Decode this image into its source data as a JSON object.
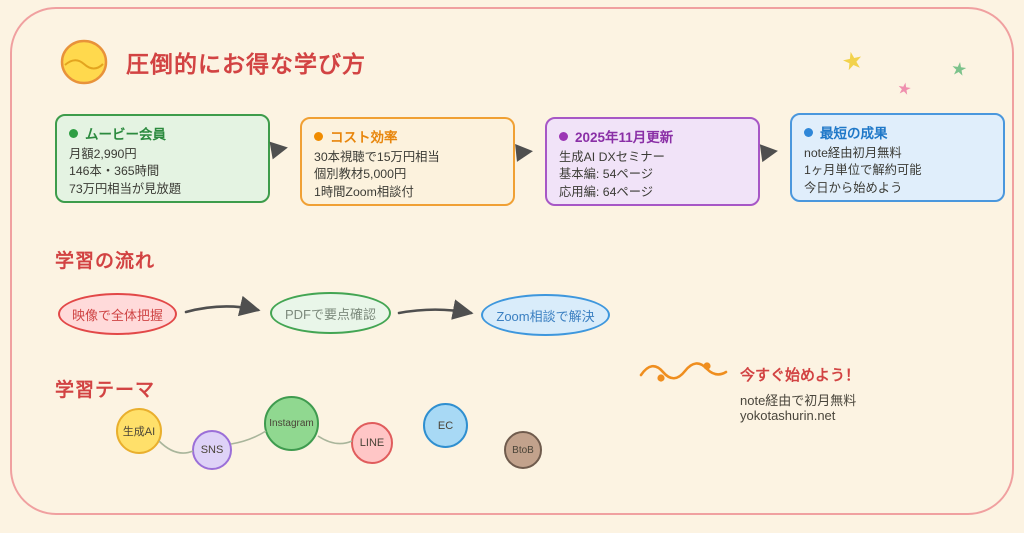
{
  "header": {
    "title": "圧倒的にお得な学び方"
  },
  "decorations": {
    "star_glyph": "★",
    "star_colors": [
      "#f2d24b",
      "#ef8fae",
      "#7cc28b"
    ]
  },
  "cards": [
    {
      "title": "ムービー会員",
      "accent": "#2f9e44",
      "lines": [
        "月額2,990円",
        "146本・365時間",
        "73万円相当が見放題"
      ]
    },
    {
      "title": "コスト効率",
      "accent": "#f08c00",
      "lines": [
        "30本視聴で15万円相当",
        "個別教材5,000円",
        "1時間Zoom相談付"
      ]
    },
    {
      "title": "2025年11月更新",
      "accent": "#9c36b5",
      "lines": [
        "生成AI DXセミナー",
        "基本編: 54ページ",
        "応用編: 64ページ"
      ]
    },
    {
      "title": "最短の成果",
      "accent": "#2f87d8",
      "lines": [
        "note経由初月無料",
        "1ヶ月単位で解約可能",
        "今日から始めよう"
      ]
    }
  ],
  "flow": {
    "heading": "学習の流れ",
    "steps": [
      {
        "label": "映像で全体把握",
        "color": "#e24848"
      },
      {
        "label": "PDFで要点確認",
        "color": "#43a553"
      },
      {
        "label": "Zoom相談で解決",
        "color": "#3e97dd"
      }
    ]
  },
  "themes": {
    "heading": "学習テーマ",
    "items": [
      {
        "label": "生成AI",
        "color": "#ffe06a"
      },
      {
        "label": "SNS",
        "color": "#ded2f7"
      },
      {
        "label": "Instagram",
        "color": "#90d890"
      },
      {
        "label": "LINE",
        "color": "#ffc6c6"
      },
      {
        "label": "EC",
        "color": "#a8d9f5"
      },
      {
        "label": "BtoB",
        "color": "#c2a28c"
      }
    ]
  },
  "cta": {
    "title": "今すぐ始めよう！",
    "line1": "note経由で初月無料",
    "line2": "yokotashurin.net"
  }
}
